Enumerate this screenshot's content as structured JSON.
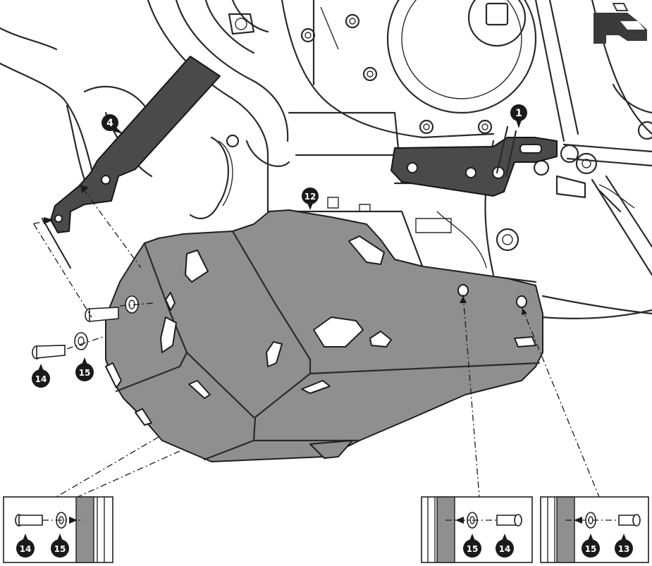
{
  "callouts": {
    "bracket_left": "4",
    "bracket_right": "1",
    "skid_plate": "12",
    "screw_main": "14",
    "washer_main": "15",
    "washer_plate_left": "15",
    "washer_plate_right": "15"
  },
  "detail_left": {
    "screw": "14",
    "washer": "15"
  },
  "detail_middle": {
    "washer": "15",
    "screw": "14"
  },
  "detail_right": {
    "washer": "15",
    "screw": "13"
  },
  "colors": {
    "plate_fill": "#8f8f8f",
    "bracket_fill": "#4a4a4a",
    "callout_fill": "#1a1a1a",
    "outline": "#1e1e1e"
  },
  "icons": {
    "orientation": "motorcycle-direction-icon"
  }
}
